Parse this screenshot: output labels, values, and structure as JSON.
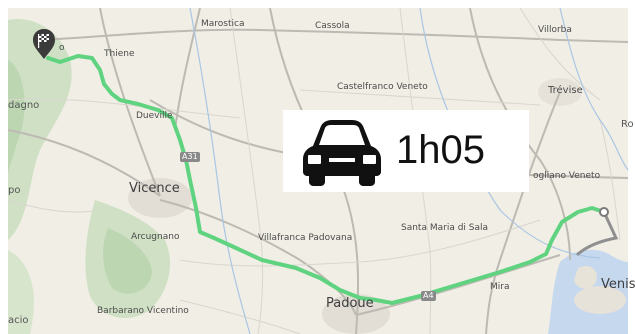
{
  "map": {
    "duration": "1h05",
    "route_color": "#5fd37f",
    "alt_route_color": "#8f8f8f",
    "places": {
      "marostica": "Marostica",
      "cassola": "Cassola",
      "villorba": "Villorba",
      "thiene": "Thiene",
      "castelfranco": "Castelfranco Veneto",
      "trevise": "Trévise",
      "dueville": "Dueville",
      "vicence": "Vicence",
      "mogliano": "ogliano Veneto",
      "arcugnano": "Arcugnano",
      "villafranca": "Villafranca Padovana",
      "santa_maria": "Santa Maria di Sala",
      "mira": "Mira",
      "barbarano": "Barbarano Vicentino",
      "padoue": "Padoue",
      "venise": "Venise",
      "edge_dagno": "dagno",
      "edge_po": "po",
      "edge_acio": "acio",
      "edge_ron": "Ro",
      "start_town": "o"
    },
    "roads": {
      "a31": "A31",
      "a4": "A4"
    },
    "icons": {
      "vehicle": "car-icon",
      "start": "checkered-flag-marker-icon",
      "destination": "circle-marker-icon"
    }
  }
}
